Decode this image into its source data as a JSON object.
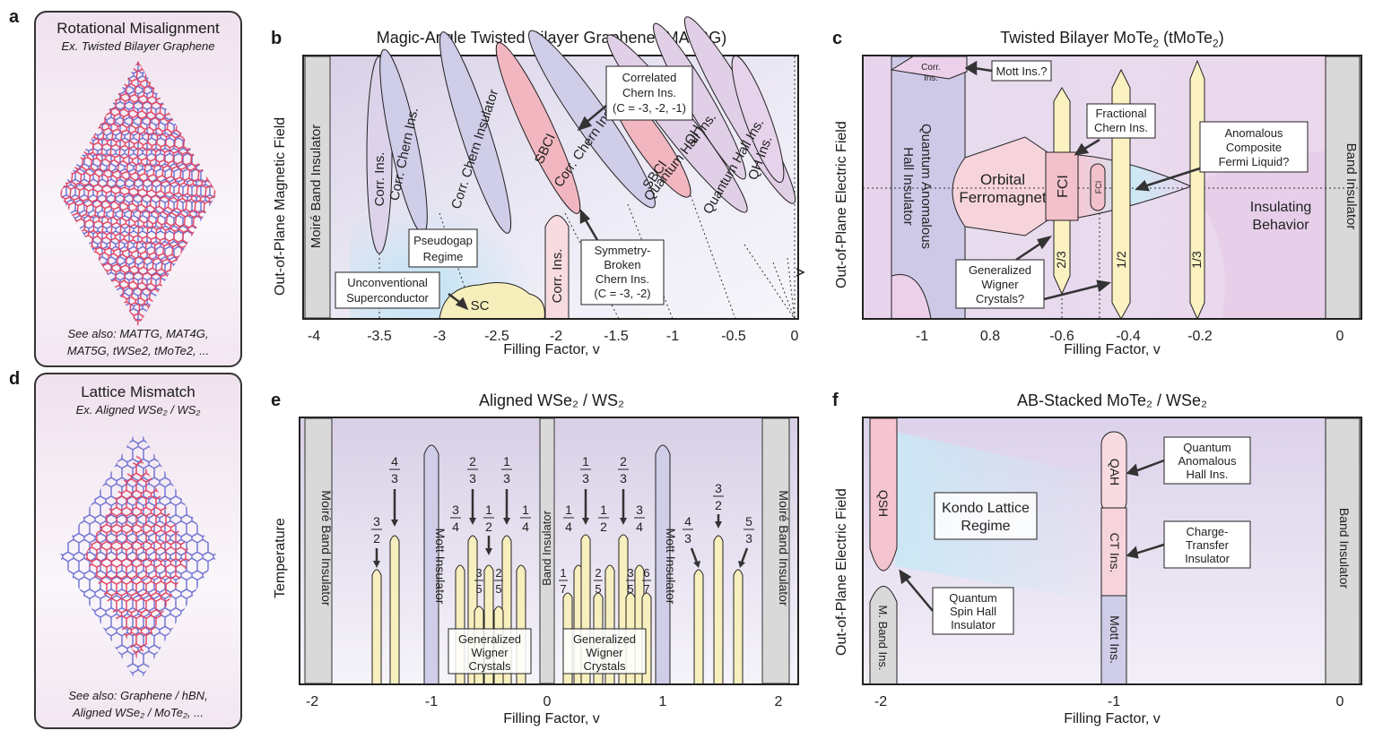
{
  "panel_a": {
    "letter": "a",
    "title": "Rotational Misalignment",
    "subtitle": "Ex. Twisted Bilayer Graphene",
    "footer_line1": "See also: MATTG, MAT4G,",
    "footer_line2": "MAT5G, tWSe2, tMoTe2, ..."
  },
  "panel_d": {
    "letter": "d",
    "title": "Lattice Mismatch",
    "subtitle": "Ex. Aligned WSe₂ / WS₂",
    "footer_line1": "See also: Graphene / hBN,",
    "footer_line2": "Aligned WSe₂ / MoTe₂, ..."
  },
  "panel_b": {
    "letter": "b",
    "title": "Magic-Angle Twisted Bilayer Graphene (MATBG)",
    "xlabel": "Filling Factor, v",
    "ylabel": "Out-of-Plane Magnetic Field",
    "ticks": [
      "-4",
      "-3.5",
      "-3",
      "-2.5",
      "-2",
      "-1.5",
      "-1",
      "-0.5",
      "0"
    ],
    "band_ins": "Moiré Band Insulator",
    "phases": {
      "corr_ins_1": "Corr. Ins.",
      "corr_chern_1": "Corr. Chern Ins.",
      "corr_chern_2": "Corr. Chern Insulator",
      "corr_chern_3": "Corr. Chern Insulator",
      "sbci_1": "SBCI",
      "sbci_2": "SBCI",
      "qh_1": "Quantum Hall Ins.",
      "qh_2": "QH",
      "qh_3": "Quantum Hall Ins.",
      "qh_4": "QH Ins.",
      "corr_ins_2": "Corr. Ins.",
      "sc": "SC"
    },
    "callouts": {
      "pseudogap_1": "Pseudogap",
      "pseudogap_2": "Regime",
      "unconv_1": "Unconventional",
      "unconv_2": "Superconductor",
      "cci_1": "Correlated",
      "cci_2": "Chern Ins.",
      "cci_3": "(C = -3, -2, -1)",
      "sb_1": "Symmetry-",
      "sb_2": "Broken",
      "sb_3": "Chern Ins.",
      "sb_4": "(C = -3, -2)"
    }
  },
  "panel_c": {
    "letter": "c",
    "title_main": "Twisted Bilayer MoTe",
    "title_sub1": "2",
    "title_mid": " (tMoTe",
    "title_sub2": "2",
    "title_end": ")",
    "xlabel": "Filling Factor, v",
    "ylabel": "Out-of-Plane Electric Field",
    "ticks": [
      "-1",
      "0.8",
      "-0.6",
      "-0.4",
      "-0.2",
      "0"
    ],
    "phases": {
      "corr_ins_1": "Corr.",
      "corr_ins_2": "Ins.",
      "qahi_1": "Quantum Anomalous",
      "qahi_2": "Hall Insulator",
      "ofm_1": "Orbital",
      "ofm_2": "Ferromagnet",
      "fci": "FCI",
      "fci_small": "FCI",
      "band_ins": "Band Insulator",
      "ins_beh_1": "Insulating",
      "ins_beh_2": "Behavior",
      "frac_23": "2/3",
      "frac_12": "1/2",
      "frac_13": "1/3"
    },
    "callouts": {
      "mott": "Mott Ins.?",
      "fci_1": "Fractional",
      "fci_2": "Chern Ins.",
      "acfl_1": "Anomalous",
      "acfl_2": "Composite",
      "acfl_3": "Fermi Liquid?",
      "gwc_1": "Generalized",
      "gwc_2": "Wigner",
      "gwc_3": "Crystals?"
    }
  },
  "panel_e": {
    "letter": "e",
    "title": "Aligned WSe₂ / WS₂",
    "xlabel": "Filling Factor, v",
    "ylabel": "Temperature",
    "ticks": [
      "-2",
      "-1",
      "0",
      "1",
      "2"
    ],
    "band_ins": "Moiré Band Insulator",
    "band_ins_center": "Band Insulator",
    "mott": "Mott Insulator",
    "gwc_1": "Generalized",
    "gwc_2": "Wigner",
    "gwc_3": "Crystals",
    "fractions_top": [
      {
        "n": "3",
        "d": "2"
      },
      {
        "n": "4",
        "d": "3"
      },
      {
        "n": "3",
        "d": "4"
      },
      {
        "n": "2",
        "d": "3"
      },
      {
        "n": "1",
        "d": "2"
      },
      {
        "n": "1",
        "d": "3"
      },
      {
        "n": "1",
        "d": "4"
      },
      {
        "n": "1",
        "d": "4"
      },
      {
        "n": "1",
        "d": "3"
      },
      {
        "n": "1",
        "d": "2"
      },
      {
        "n": "2",
        "d": "3"
      },
      {
        "n": "3",
        "d": "4"
      },
      {
        "n": "4",
        "d": "3"
      },
      {
        "n": "3",
        "d": "2"
      },
      {
        "n": "5",
        "d": "3"
      }
    ],
    "fractions_low": [
      {
        "n": "3",
        "d": "5"
      },
      {
        "n": "2",
        "d": "5"
      },
      {
        "n": "1",
        "d": "7"
      },
      {
        "n": "2",
        "d": "5"
      },
      {
        "n": "3",
        "d": "5"
      },
      {
        "n": "6",
        "d": "7"
      }
    ]
  },
  "panel_f": {
    "letter": "f",
    "title": "AB-Stacked MoTe₂ / WSe₂",
    "xlabel": "Filling Factor, v",
    "ylabel": "Out-of-Plane Electric Field",
    "ticks": [
      "-2",
      "-1",
      "0"
    ],
    "qsh": "QSH",
    "mband": "M. Band Ins.",
    "qah": "QAH",
    "ct": "CT Ins.",
    "mott": "Mott Ins.",
    "band_ins": "Band Insulator",
    "kondo_1": "Kondo Lattice",
    "kondo_2": "Regime",
    "callouts": {
      "qahi_1": "Quantum",
      "qahi_2": "Anomalous",
      "qahi_3": "Hall Ins.",
      "ct_1": "Charge-",
      "ct_2": "Transfer",
      "ct_3": "Insulator",
      "qsh_1": "Quantum",
      "qsh_2": "Spin Hall",
      "qsh_3": "Insulator"
    }
  }
}
